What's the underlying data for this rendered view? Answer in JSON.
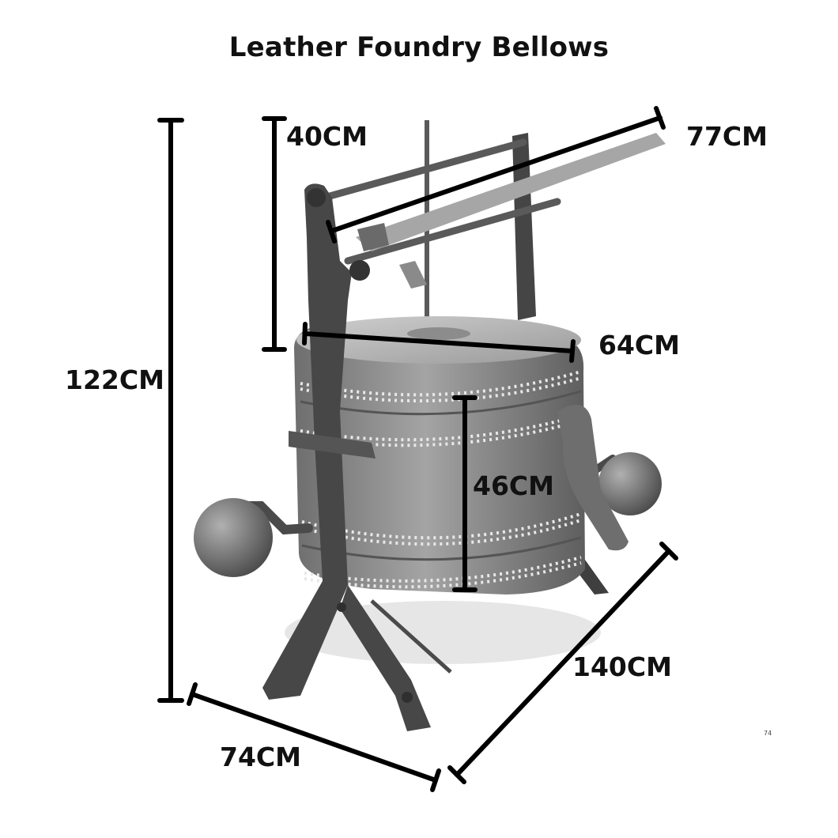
{
  "title": "Leather Foundry Bellows",
  "corner_note": "74",
  "dimensions": {
    "overall_height": "122CM",
    "handle_height": "40CM",
    "lever_length": "77CM",
    "top_diameter": "64CM",
    "body_height": "46CM",
    "base_width": "74CM",
    "base_depth": "140CM"
  },
  "colors": {
    "ink": "#000000",
    "iron": "#4a4a4a",
    "leather": "#8a8a8a",
    "wood": "#b8b8b8"
  }
}
